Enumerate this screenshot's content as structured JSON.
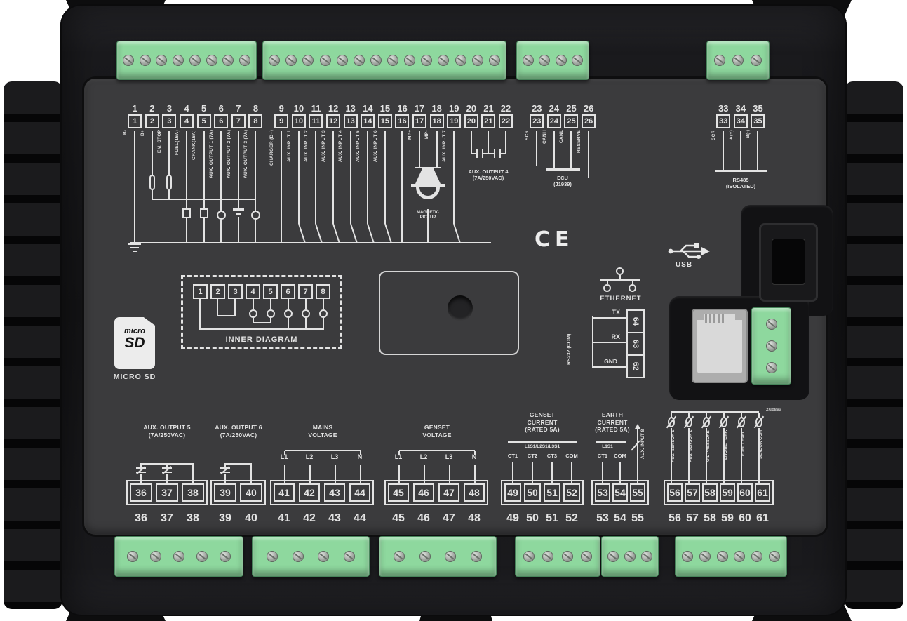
{
  "colors": {
    "body": "#1a1a1c",
    "panel": "#3b3b3d",
    "print": "#e3e3e3",
    "connector_green": "#8ed89e"
  },
  "top": {
    "groups": [
      {
        "cells": [
          "1",
          "2",
          "3",
          "4",
          "5",
          "6",
          "7",
          "8"
        ],
        "labels": [
          "B-",
          "B+",
          "EM. STOP",
          "FUEL(16A)",
          "CRANK(16A)",
          "AUX. OUTPUT 1 (7A)",
          "AUX. OUTPUT 2 (7A)",
          "AUX. OUTPUT 3 (7A)"
        ]
      },
      {
        "cells": [
          "9",
          "10",
          "11",
          "12",
          "13",
          "14",
          "15",
          "16",
          "17",
          "18",
          "19",
          "20",
          "21",
          "22"
        ],
        "labels": [
          "CHARGER (D+)",
          "AUX. INPUT 1",
          "AUX. INPUT 2",
          "AUX. INPUT 3",
          "AUX. INPUT 4",
          "AUX. INPUT 5",
          "AUX. INPUT 6",
          "",
          "MP+",
          "MP-",
          "AUX. INPUT 7",
          "",
          "",
          ""
        ]
      },
      {
        "cells": [
          "23",
          "24",
          "25",
          "26"
        ],
        "labels": [
          "SCR",
          "CANH",
          "CANL",
          "RESERVE"
        ]
      },
      {
        "cells": [
          "33",
          "34",
          "35"
        ],
        "labels": [
          "SCR",
          "A(+)",
          "B(-)"
        ]
      }
    ],
    "pickup_label": [
      "MAGNETIC",
      "PICKUP"
    ],
    "aux_output4_label": [
      "AUX. OUTPUT 4",
      "(7A/250VAC)"
    ],
    "ecu_label": [
      "ECU",
      "(J1939)"
    ],
    "rs485_label": [
      "RS485",
      "(ISOLATED)"
    ]
  },
  "middle": {
    "ce_mark": "CE",
    "ethernet_label": "ETHERNET",
    "usb_label": "USB",
    "micro_sd": {
      "logo_line1": "micro",
      "logo_line2": "SD",
      "caption": "MICRO SD"
    },
    "inner_diagram": {
      "cells": [
        "1",
        "2",
        "3",
        "4",
        "5",
        "6",
        "7",
        "8"
      ],
      "label": "INNER DIAGRAM"
    },
    "rs232": {
      "port_label": [
        "RS232",
        "(COM)"
      ],
      "rows": [
        {
          "label": "TX",
          "terminal": "64"
        },
        {
          "label": "RX",
          "terminal": "63"
        },
        {
          "label": "GND",
          "terminal": "62"
        }
      ]
    }
  },
  "bottom": {
    "groups": [
      {
        "title": [
          "AUX. OUTPUT 5",
          "(7A/250VAC)"
        ],
        "cells": [
          "36",
          "37",
          "38"
        ]
      },
      {
        "title": [
          "AUX. OUTPUT 6",
          "(7A/250VAC)"
        ],
        "cells": [
          "39",
          "40"
        ]
      },
      {
        "title": [
          "MAINS",
          "VOLTAGE"
        ],
        "phases": [
          "L1",
          "L2",
          "L3",
          "N"
        ],
        "cells": [
          "41",
          "42",
          "43",
          "44"
        ]
      },
      {
        "title": [
          "GENSET",
          "VOLTAGE"
        ],
        "phases": [
          "L1",
          "L2",
          "L3",
          "N"
        ],
        "cells": [
          "45",
          "46",
          "47",
          "48"
        ]
      },
      {
        "title": [
          "GENSET",
          "CURRENT",
          "(RATED 5A)"
        ],
        "ct_line": "L1S1/L2S1/L3S1",
        "pins": [
          "CT1",
          "CT2",
          "CT3",
          "COM"
        ],
        "cells": [
          "49",
          "50",
          "51",
          "52"
        ]
      },
      {
        "title": [
          "EARTH",
          "CURRENT",
          "(RATED 5A)"
        ],
        "ct_line": "L1S1",
        "pins": [
          "CT1",
          "COM"
        ],
        "aux_input": "AUX. INPUT 8",
        "cells": [
          "53",
          "54",
          "55"
        ]
      },
      {
        "sensor_labels": [
          "AUX. SENSOR 1",
          "AUX. SENSOR 2",
          "OIL PRESSURE",
          "ENGINE TEMP.",
          "FUEL LEVEL",
          "SENSOR COM"
        ],
        "cells": [
          "56",
          "57",
          "58",
          "59",
          "60",
          "61"
        ]
      }
    ],
    "part_number": "ZG086a"
  }
}
